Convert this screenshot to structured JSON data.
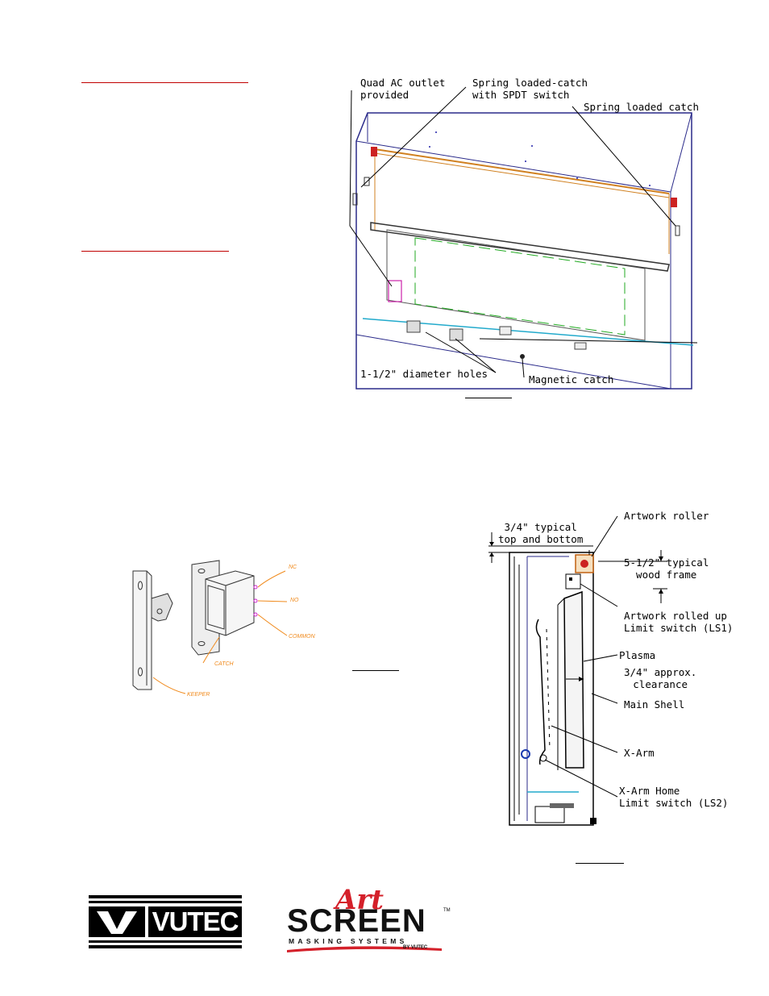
{
  "figure1": {
    "labels": {
      "quad_ac_outlet": "Quad AC outlet\nprovided",
      "spring_catch_spdt": "Spring loaded-catch\nwith SPDT switch",
      "spring_catch": "Spring loaded catch",
      "holes": "1-1/2\" diameter holes",
      "magnetic_catch": "Magnetic catch"
    }
  },
  "figure2": {
    "labels": {
      "nc": "NC",
      "no": "NO",
      "common": "COMMON",
      "catch": "CATCH",
      "keeper": "KEEPER"
    }
  },
  "figure3": {
    "labels": {
      "typical_top_bottom": "3/4\" typical\ntop and bottom",
      "artwork_roller": "Artwork roller",
      "wood_frame": "5-1/2\" typical\nwood frame",
      "limit_ls1": "Artwork rolled up\nLimit switch (LS1)",
      "plasma": "Plasma",
      "clearance": "3/4\" approx.\nclearance",
      "main_shell": "Main Shell",
      "x_arm": "X-Arm",
      "x_arm_home": "X-Arm Home\nLimit switch (LS2)"
    }
  },
  "logos": {
    "vutec": "VUTEC",
    "art": "Art",
    "screen": "SCREEN",
    "masking": "MASKING SYSTEMS",
    "by_vutec": "BY VUTEC",
    "tm": "TM"
  },
  "colors": {
    "heading_rule": "#c00000",
    "catch_labels": "#f08a1c",
    "vutec_logo": "#000000",
    "artscreen_red": "#d4202a"
  }
}
